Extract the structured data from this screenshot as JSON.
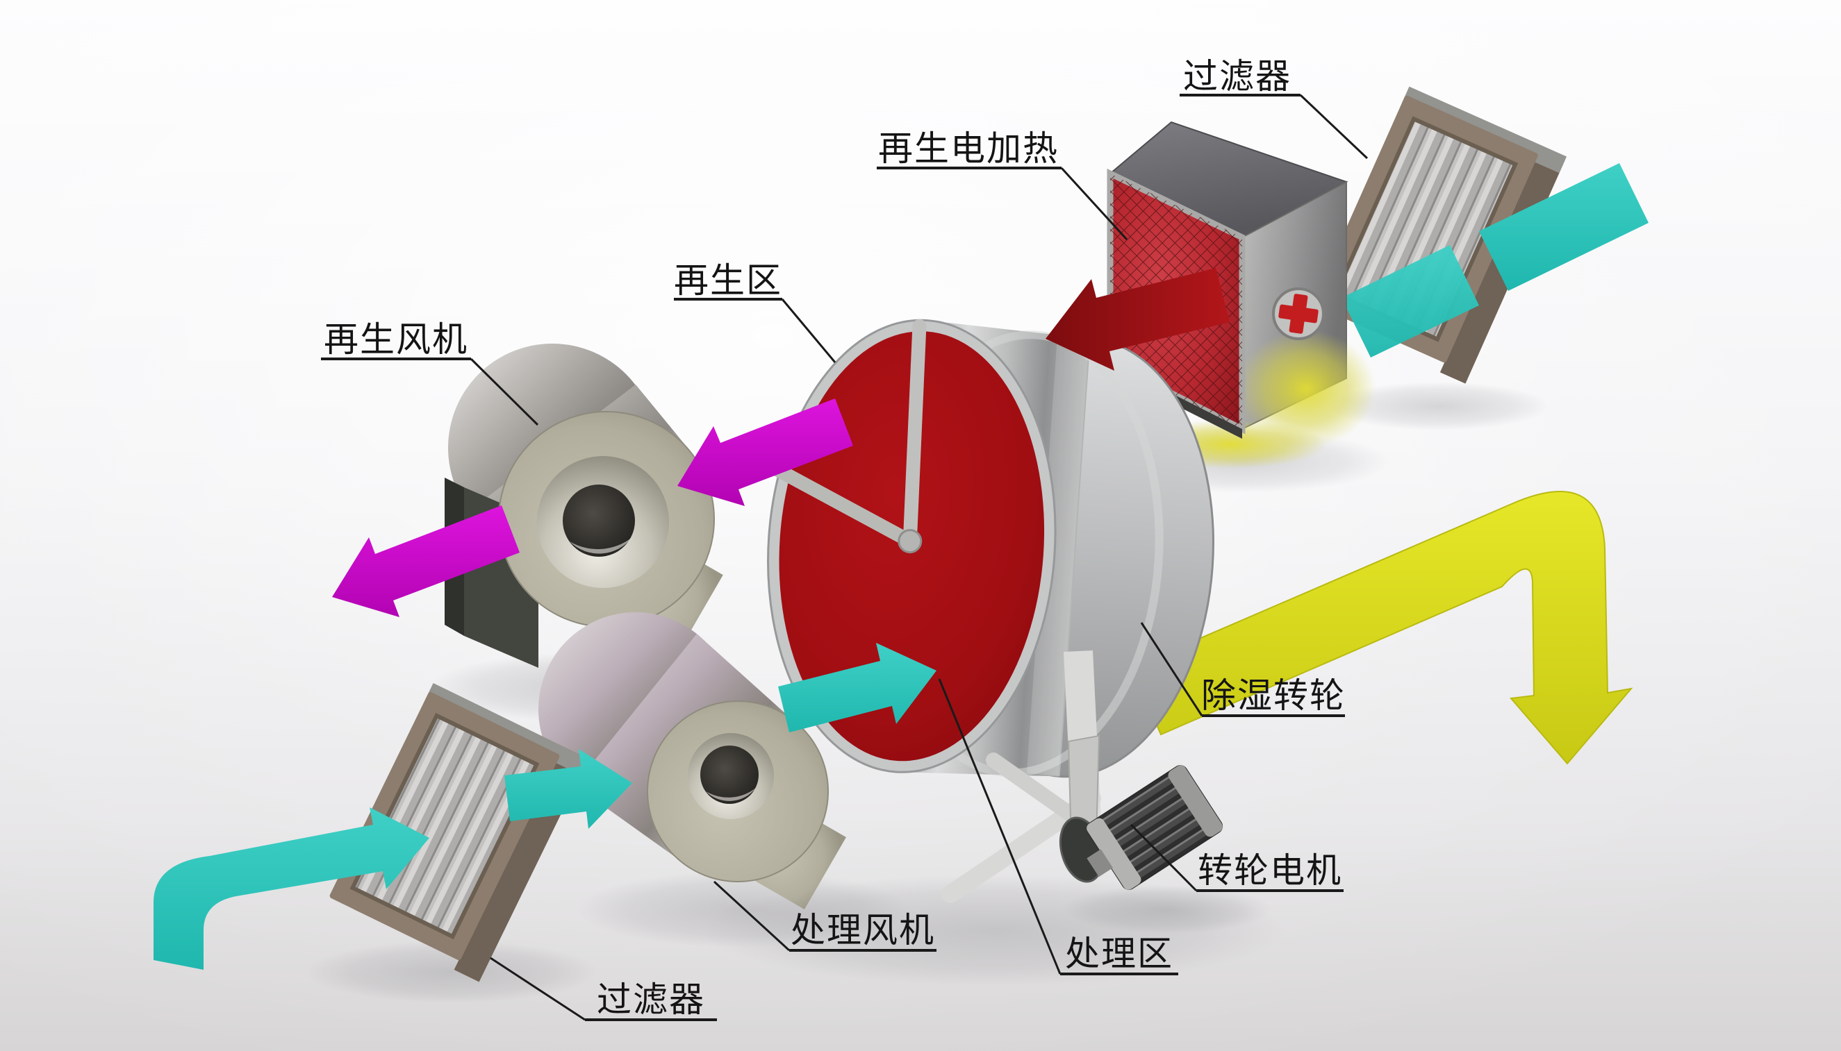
{
  "diagram_title": "rotary-desiccant-dehumidifier-exploded-diagram",
  "labels": {
    "filter_top": "过滤器",
    "regen_heater": "再生电加热",
    "regen_zone": "再生区",
    "regen_fan": "再生风机",
    "wheel": "除湿转轮",
    "wheel_motor": "转轮电机",
    "process_zone": "处理区",
    "process_fan": "处理风机",
    "filter_bottom": "过滤器"
  },
  "colors": {
    "process_air_cyan": "#2cc8bf",
    "regen_exhaust_magenta": "#cf06cf",
    "hot_air_dark_red": "#a01114",
    "dry_air_yellow": "#d9da1f",
    "wheel_face_red": "#a30f12",
    "metal_silver": "#c0c1c1",
    "filter_frame_taupe": "#8d7d6e",
    "background_light": "#f2f2f4"
  },
  "icons": {
    "heater_emblem": "red-cross-in-circle"
  }
}
